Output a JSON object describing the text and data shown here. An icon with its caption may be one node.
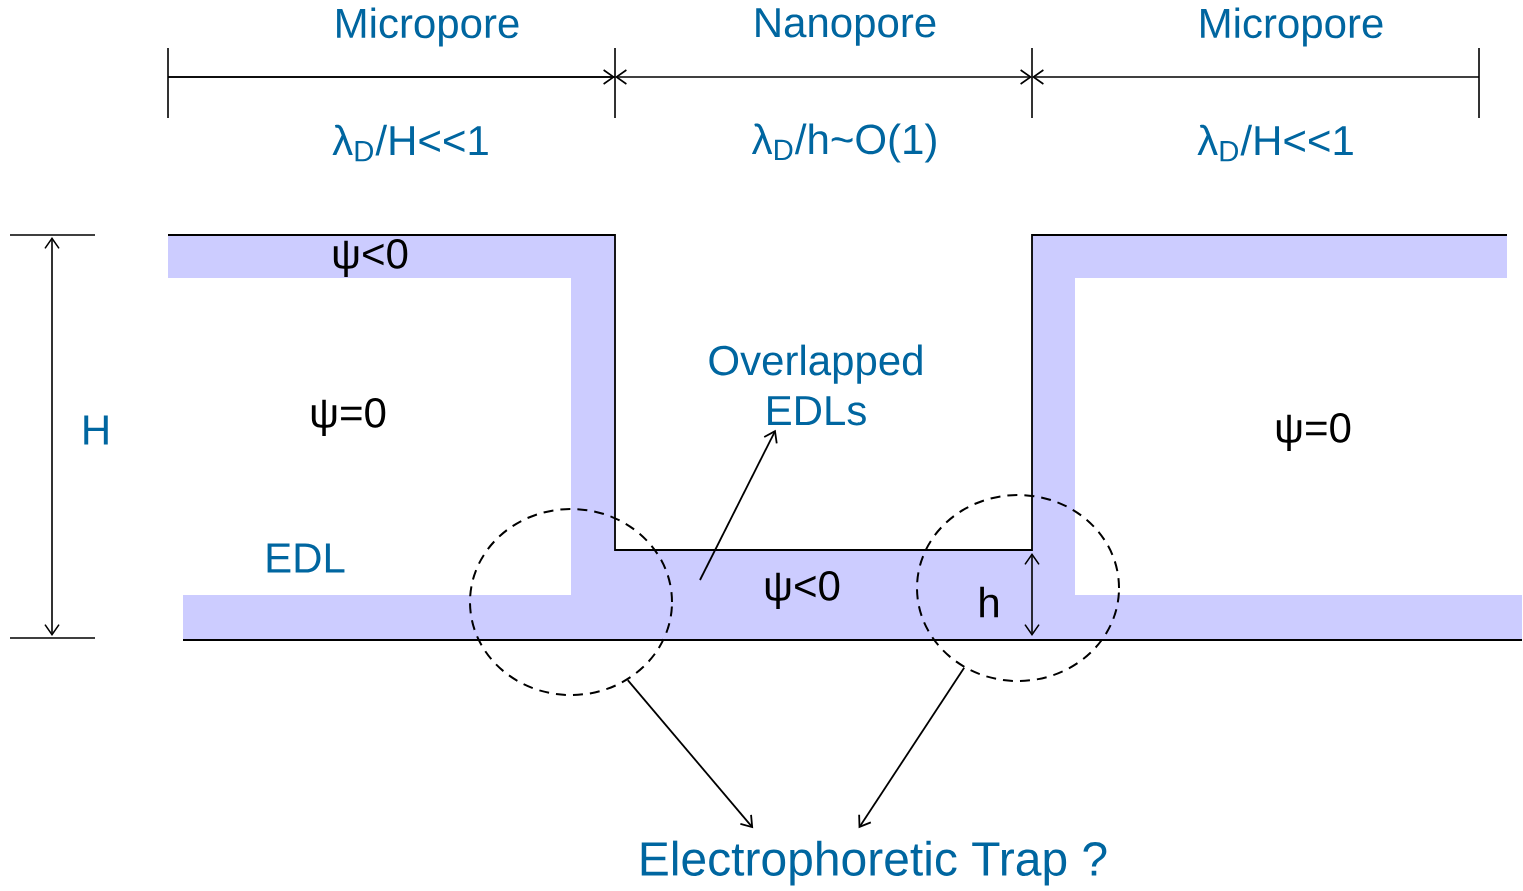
{
  "diagram": {
    "nodes": [
      {
        "text": [
          "Overlapped EDLs"
        ]
      },
      {
        "text": [],
        "shape": "circle"
      },
      {
        "text": [],
        "shape": "circle"
      },
      {
        "text": [
          "Electrophoretic Trap ?"
        ]
      }
    ],
    "edges": [
      {
        "from": null,
        "to": 0,
        "arrow": "to"
      },
      {
        "from": 1,
        "to": 3,
        "arrow": "to"
      },
      {
        "from": 2,
        "to": 3,
        "arrow": "to"
      }
    ],
    "labels": [
      "Micropore",
      "Nanopore",
      "Micropore",
      "λ$_{D}$/H<<1",
      "λ$_{D}$/h~O(1)",
      "λ$_{D}$/H<<1",
      "ψ<0",
      "H",
      "ψ=0",
      "ψ=0",
      "EDL",
      "ψ<0",
      "h"
    ]
  }
}
